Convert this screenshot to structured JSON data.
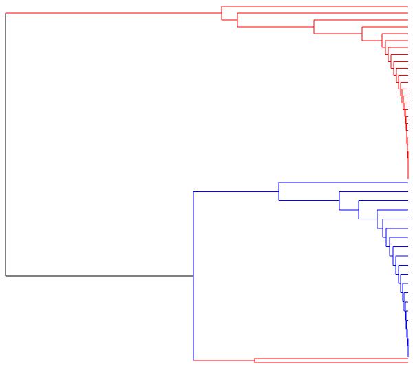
{
  "chart_data": {
    "type": "dendrogram",
    "orientation": "horizontal",
    "leaves_at": "right",
    "grid": false,
    "axes_visible": false,
    "colors": {
      "root_link": "#000000",
      "cluster_a": "#ff0000",
      "cluster_b": "#0000ff",
      "cluster_c": "#ff0000"
    },
    "clusters": [
      {
        "name": "cluster_a",
        "color_key": "cluster_a",
        "branch_depths": [
          322,
          345,
          456,
          526,
          555,
          560,
          564,
          568,
          572,
          576,
          579,
          582,
          584,
          586,
          588,
          589,
          590,
          591,
          591,
          592,
          592,
          593,
          593,
          593,
          593
        ],
        "leaf_count": 26
      },
      {
        "name": "cluster_b",
        "color_key": "cluster_b",
        "branch_depths": [
          405,
          493,
          521,
          548,
          556,
          561,
          566,
          571,
          575,
          579,
          582,
          585,
          587,
          589,
          590,
          591,
          592,
          593,
          593
        ],
        "leaf_count": 20
      },
      {
        "name": "cluster_c",
        "color_key": "cluster_c",
        "branch_depths": [
          370
        ],
        "leaf_count": 2
      }
    ],
    "top_merges": [
      {
        "name": "merge-b-c",
        "depth": 281,
        "children": [
          "cluster_b",
          "cluster_c"
        ],
        "color_key": "cluster_b"
      },
      {
        "name": "merge-root",
        "depth": 8,
        "children": [
          "cluster_a",
          "merge-b-c"
        ],
        "color_key": "root_link"
      }
    ]
  }
}
